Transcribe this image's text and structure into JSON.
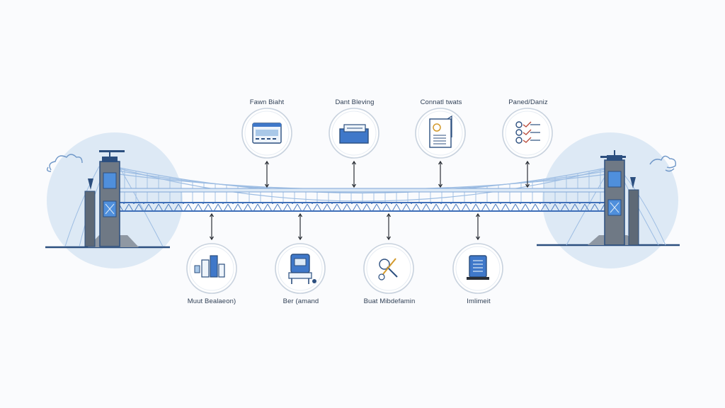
{
  "diagram": {
    "top_nodes": [
      {
        "label": "Fawn Biaht",
        "icon": "browser-window-icon"
      },
      {
        "label": "Dant Bleving",
        "icon": "folder-tray-icon"
      },
      {
        "label": "Connatl twats",
        "icon": "contract-document-icon"
      },
      {
        "label": "Paned/Daniz",
        "icon": "checklist-icon"
      }
    ],
    "bottom_nodes": [
      {
        "label": "Muut Bealaeon)",
        "icon": "buildings-icon"
      },
      {
        "label": "Ber (amand",
        "icon": "machine-icon"
      },
      {
        "label": "Buat Mibdefamin",
        "icon": "tools-icon"
      },
      {
        "label": "Imlimeit",
        "icon": "laptop-icon"
      }
    ],
    "colors": {
      "accent": "#3f78c9",
      "dark_blue": "#2c4f7f",
      "light_blue": "#a9c8e8",
      "pale_blue": "#dce9f6",
      "tower_gray": "#6f7985",
      "node_ring": "#c8d2de",
      "label_text": "#2f3f55"
    }
  }
}
